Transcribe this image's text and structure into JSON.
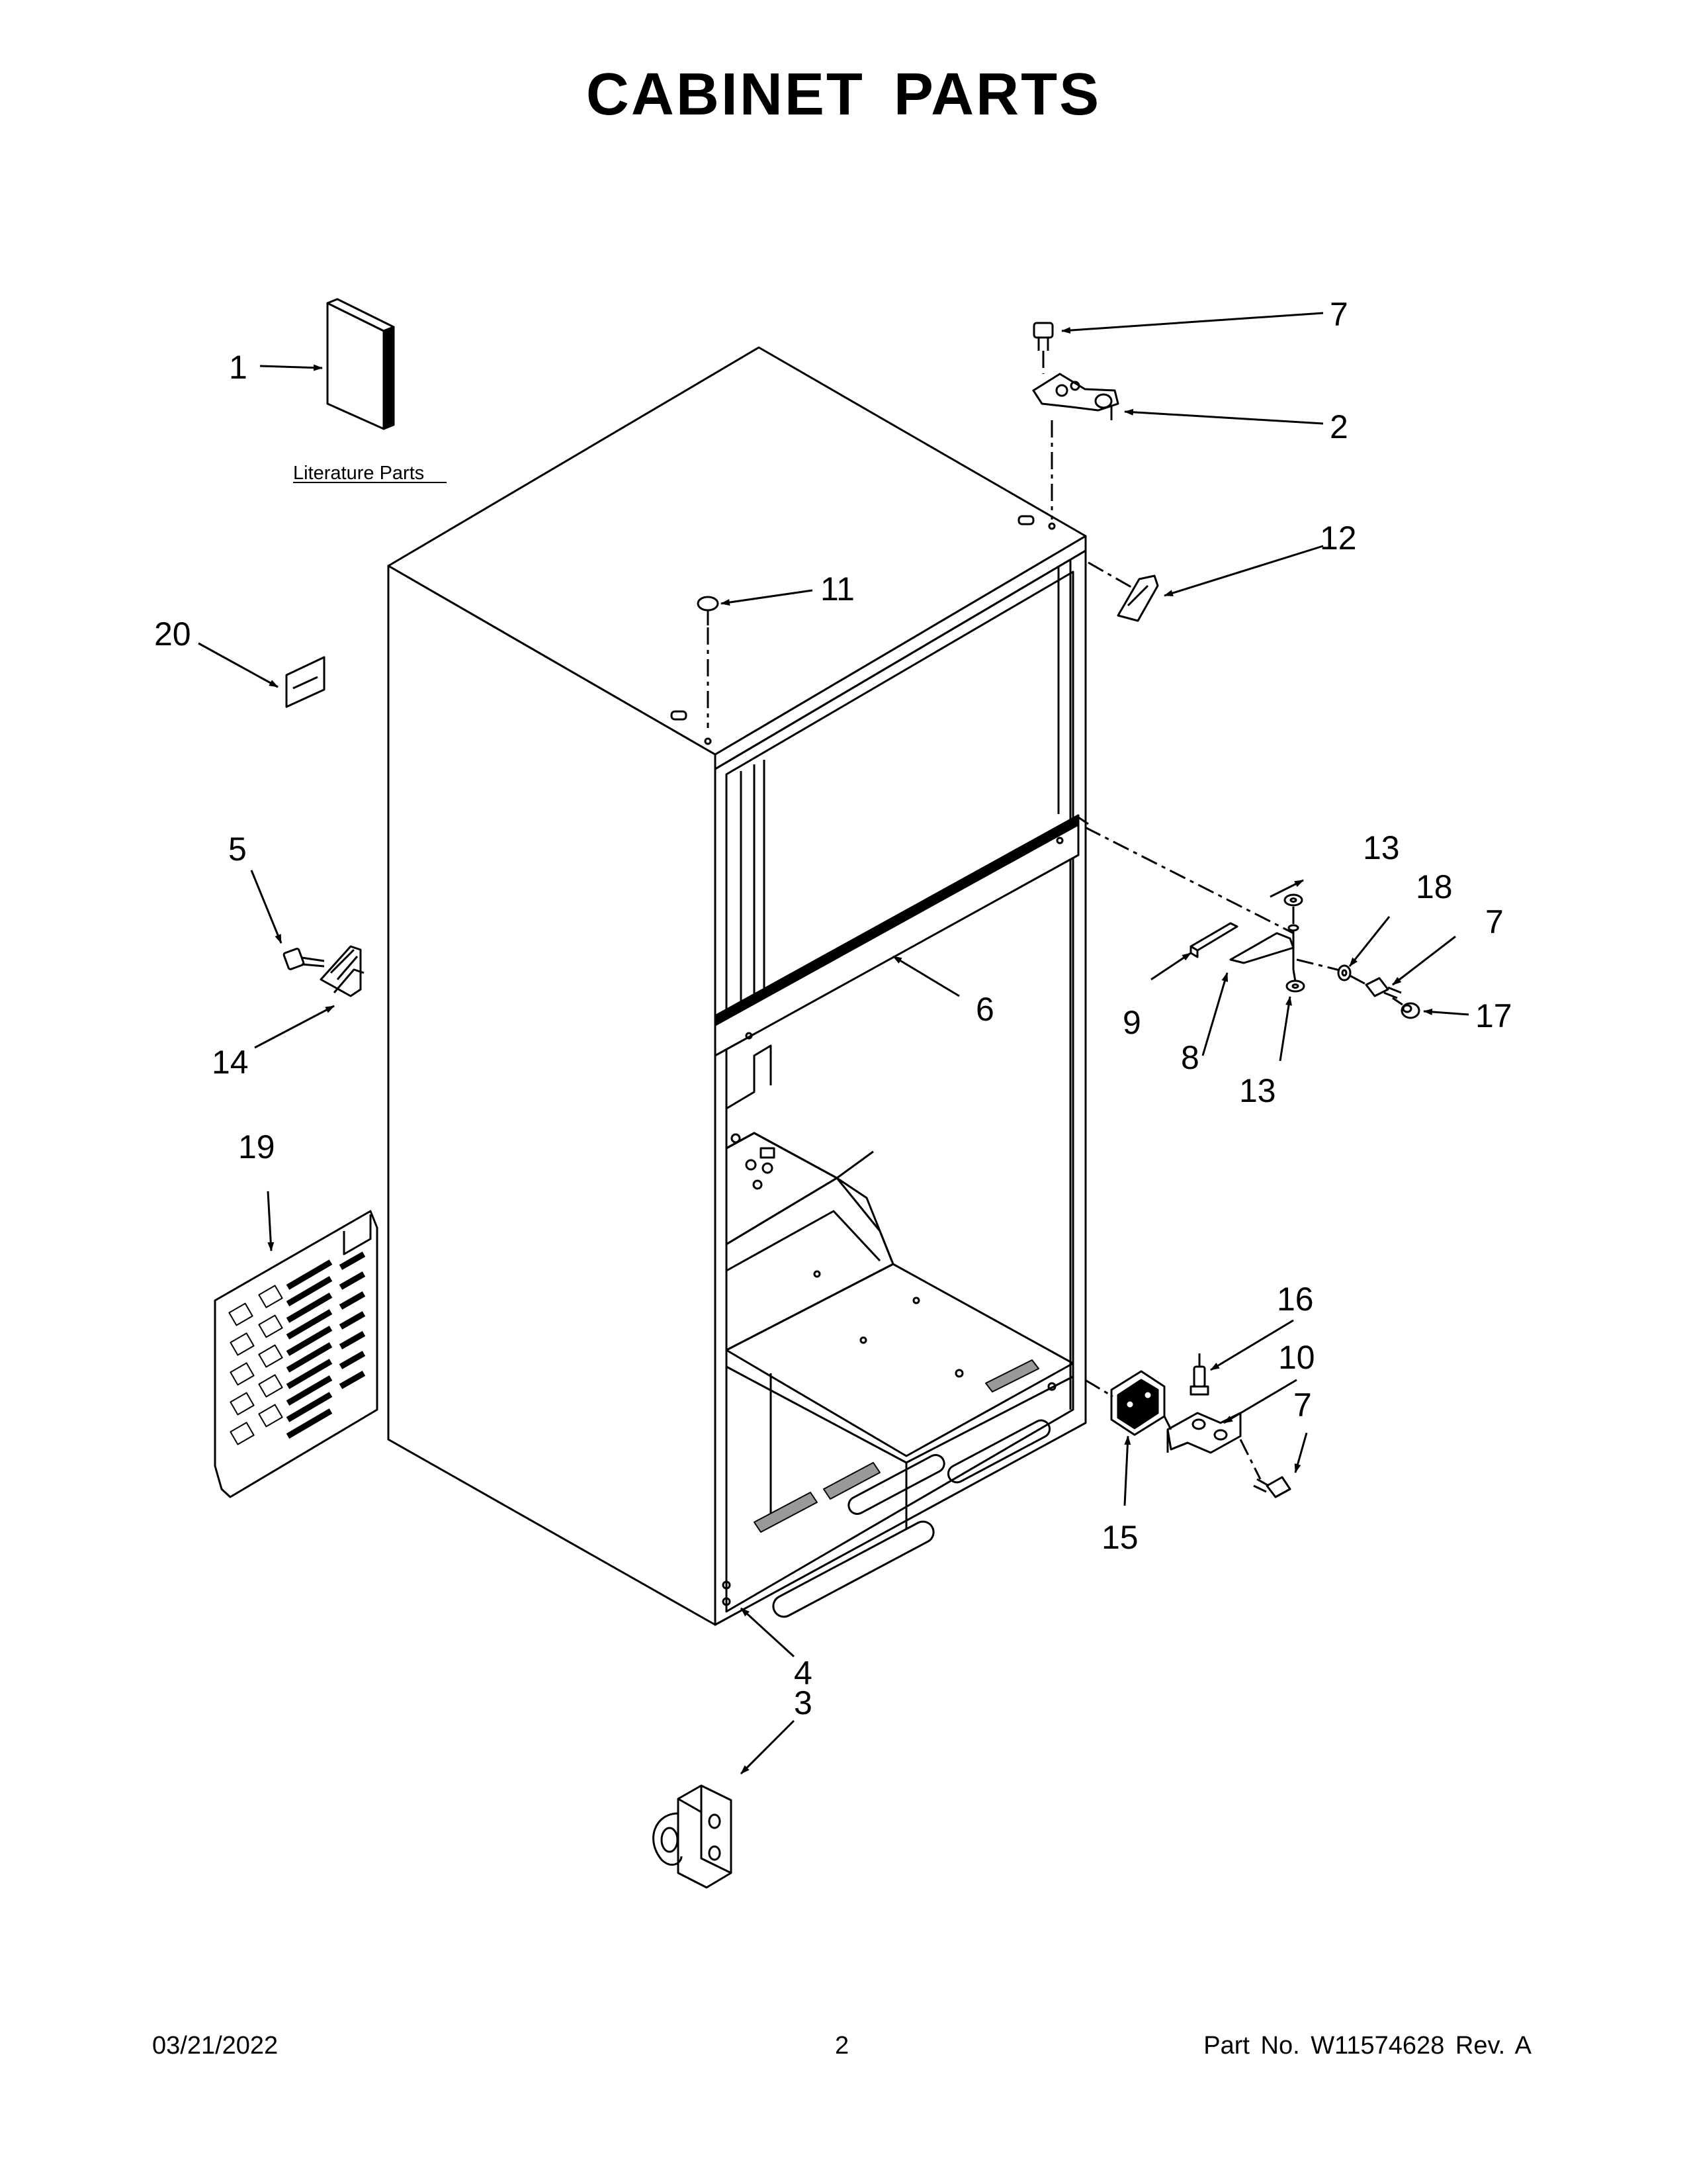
{
  "title": "CABINET PARTS",
  "literature_label": "Literature Parts",
  "callouts": {
    "c1": "1",
    "c2": "2",
    "c3": "3",
    "c4": "4",
    "c5": "5",
    "c6": "6",
    "c7a": "7",
    "c7b": "7",
    "c7c": "7",
    "c8": "8",
    "c9": "9",
    "c10": "10",
    "c11": "11",
    "c12": "12",
    "c13a": "13",
    "c13b": "13",
    "c14": "14",
    "c15": "15",
    "c16": "16",
    "c17": "17",
    "c18": "18",
    "c19": "19",
    "c20": "20"
  },
  "footer": {
    "date": "03/21/2022",
    "page": "2",
    "part_number": "Part No.  W11574628  Rev.  A"
  },
  "colors": {
    "ink": "#000000",
    "panel": "#d9d9d9",
    "paper": "#ffffff"
  }
}
